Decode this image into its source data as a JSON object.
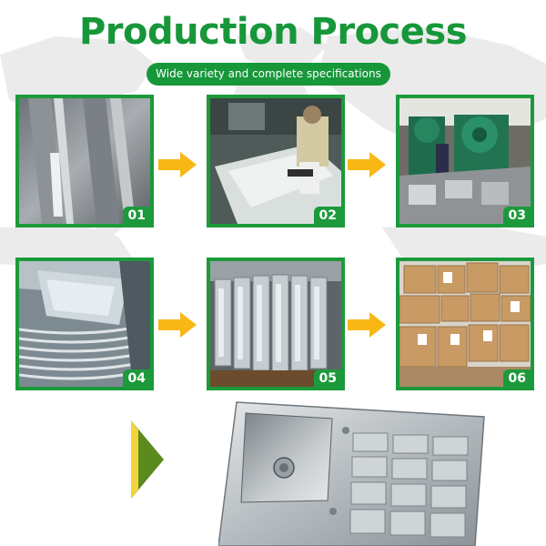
{
  "header": {
    "title": "Production Process",
    "subtitle": "Wide variety and complete specifications"
  },
  "steps": [
    {
      "number": "01",
      "image": "stainless steel sheet coil"
    },
    {
      "number": "02",
      "image": "worker cutting steel sheet on table"
    },
    {
      "number": "03",
      "image": "stamping press machines"
    },
    {
      "number": "04",
      "image": "stacked formed sink bowls"
    },
    {
      "number": "05",
      "image": "rows of polished sinks"
    },
    {
      "number": "06",
      "image": "packed cardboard boxes on pallets"
    }
  ],
  "final_product": {
    "image": "stainless steel single bowl sink with drainboard"
  },
  "colors": {
    "brand_green": "#17973a",
    "arrow_yellow": "#f9b716",
    "chevron_olive": "#5b8a1f"
  }
}
